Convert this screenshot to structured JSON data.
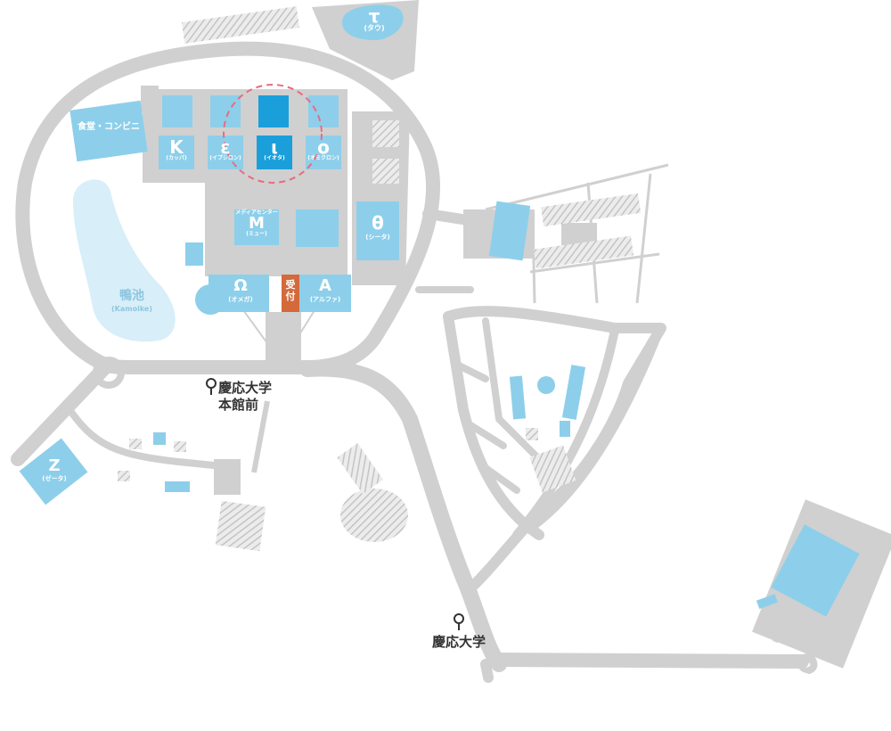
{
  "colors": {
    "road": "#d0d0d0",
    "building": "#8dcfea",
    "highlight": "#1a9fdb",
    "pond": "#d8eef8",
    "reception": "#d46a3c",
    "hatch": "#cfcfcf",
    "dashed_circle": "#e96b80",
    "label_dark": "#333333"
  },
  "buildings": {
    "tau": {
      "symbol": "τ",
      "reading": "(タウ)"
    },
    "kappa": {
      "symbol": "Κ",
      "reading": "(カッパ)"
    },
    "epsilon": {
      "symbol": "ε",
      "reading": "(イプシロン)"
    },
    "iota": {
      "symbol": "ι",
      "reading": "(イオタ)"
    },
    "omicron": {
      "symbol": "ο",
      "reading": "(オミクロン)"
    },
    "cafeteria": {
      "name": "食堂・コンビニ"
    },
    "mu": {
      "symbol": "M",
      "reading": "(ミュー)",
      "subtitle": "メディアセンター"
    },
    "theta": {
      "symbol": "θ",
      "reading": "(シータ)"
    },
    "omega": {
      "symbol": "Ω",
      "reading": "(オメガ)"
    },
    "reception": {
      "line1": "受",
      "line2": "付"
    },
    "alpha": {
      "symbol": "A",
      "reading": "(アルファ)"
    },
    "zeta": {
      "symbol": "Z",
      "reading": "(ゼータ)"
    }
  },
  "pond": {
    "name": "鴨池",
    "romaji": "(Kamoike)"
  },
  "bus_stops": {
    "main_hall": {
      "line1": "慶応大学",
      "line2": "本館前"
    },
    "university": {
      "line1": "慶応大学"
    }
  },
  "highlighted_building": "iota",
  "icons": {
    "bus_stop": "bus-stop-pin-icon"
  }
}
